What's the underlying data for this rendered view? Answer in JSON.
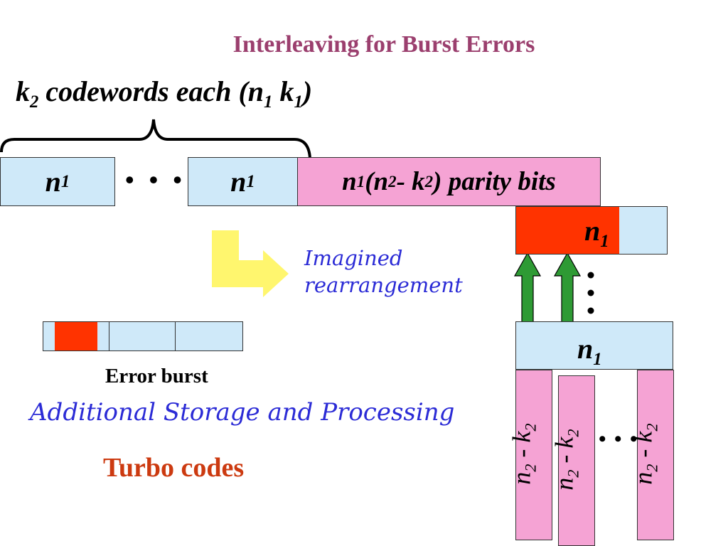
{
  "title": "Interleaving for Burst Errors",
  "heading": {
    "k": "k",
    "k_sub": "2",
    "text": " codewords each (n",
    "n_sub": "1",
    "mid": " k",
    "k1_sub": "1",
    "end": ")"
  },
  "codeword_label": {
    "n": "n",
    "sub": "1"
  },
  "ellipsis": "• • •",
  "parity": {
    "n": "n",
    "n_sub": "1",
    "open": " (n",
    "n2_sub": "2",
    "minus": " - k",
    "k2_sub": "2",
    "rest": " ) parity bits"
  },
  "imagined": "Imagined rearrangement",
  "error_burst": "Error burst",
  "additional": "Additional Storage and Processing",
  "turbo": "Turbo codes",
  "column_label": {
    "n": "n",
    "n_sub": "2",
    "minus": " - k",
    "k_sub": "2"
  },
  "colors": {
    "title": "#9b3f6e",
    "light_blue": "#cfe9f9",
    "pink": "#f5a3d4",
    "red": "#ff3300",
    "yellow": "#fff66e",
    "green": "#2e9a34",
    "script_blue": "#2b2bd6",
    "turbo": "#cc3a10"
  }
}
